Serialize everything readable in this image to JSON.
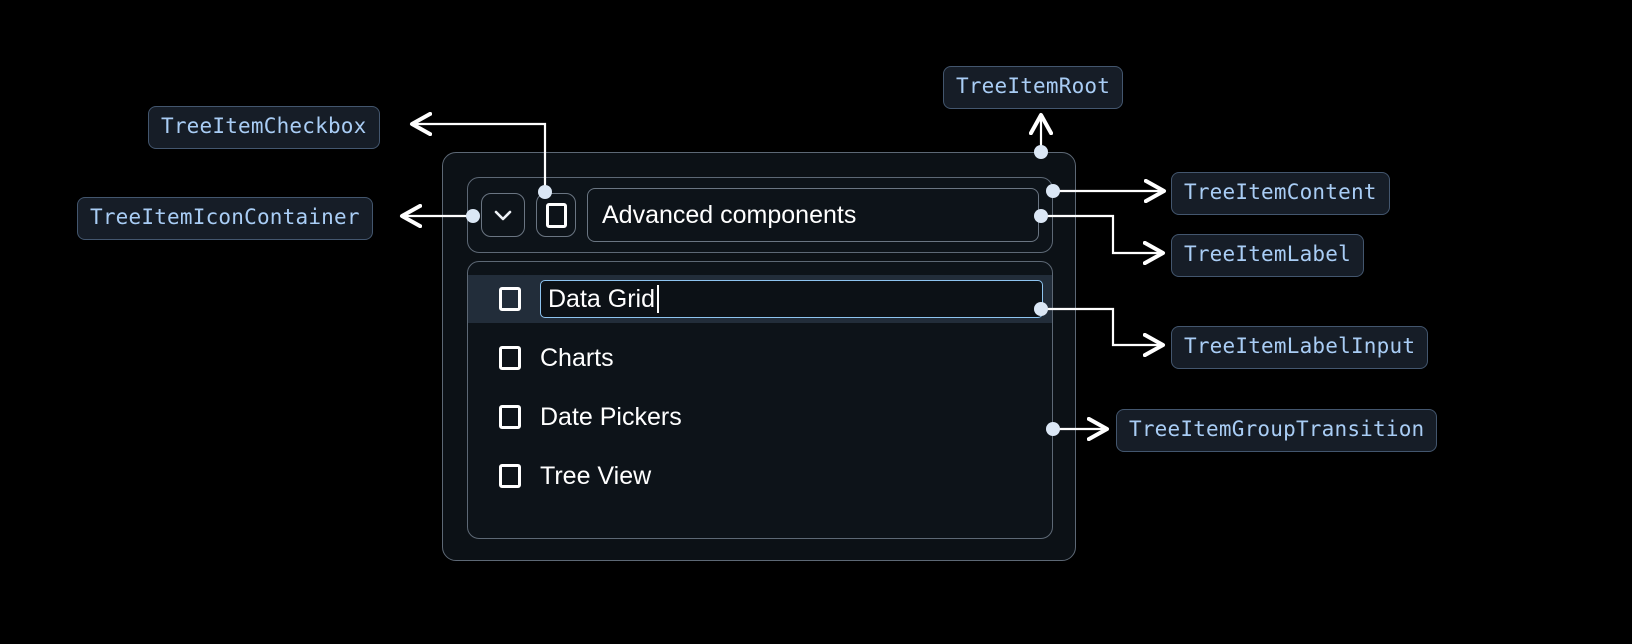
{
  "theme": {
    "canvas_background": "#000000",
    "chip_text": "#a9cdf5",
    "chip_background": "#161d27",
    "chip_border": "#43566e",
    "box_border": "#5d6875",
    "box_background": "#0d1319",
    "connector": "#ffffff",
    "selected_row_background": "#222d3a",
    "input_focus_border": "#8ec4f0",
    "text": "#ffffff"
  },
  "annotations": [
    {
      "id": "tree-item-checkbox",
      "label": "TreeItemCheckbox"
    },
    {
      "id": "tree-item-icon-container",
      "label": "TreeItemIconContainer"
    },
    {
      "id": "tree-item-root",
      "label": "TreeItemRoot"
    },
    {
      "id": "tree-item-content",
      "label": "TreeItemContent"
    },
    {
      "id": "tree-item-label",
      "label": "TreeItemLabel"
    },
    {
      "id": "tree-item-label-input",
      "label": "TreeItemLabelInput"
    },
    {
      "id": "tree-item-group-transition",
      "label": "TreeItemGroupTransition"
    }
  ],
  "tree": {
    "root": {
      "label": "Advanced components",
      "expanded": true,
      "checked": false,
      "icon": "chevron-down-icon",
      "checkbox_icon": "checkbox-unchecked-icon"
    },
    "children": [
      {
        "label": "Data Grid",
        "checked": false,
        "editing": true,
        "selected": true
      },
      {
        "label": "Charts",
        "checked": false,
        "editing": false,
        "selected": false
      },
      {
        "label": "Date Pickers",
        "checked": false,
        "editing": false,
        "selected": false
      },
      {
        "label": "Tree View",
        "checked": false,
        "editing": false,
        "selected": false
      }
    ]
  },
  "editor": {
    "value": "Data Grid",
    "placeholder": "Label",
    "caret_visible": true
  }
}
